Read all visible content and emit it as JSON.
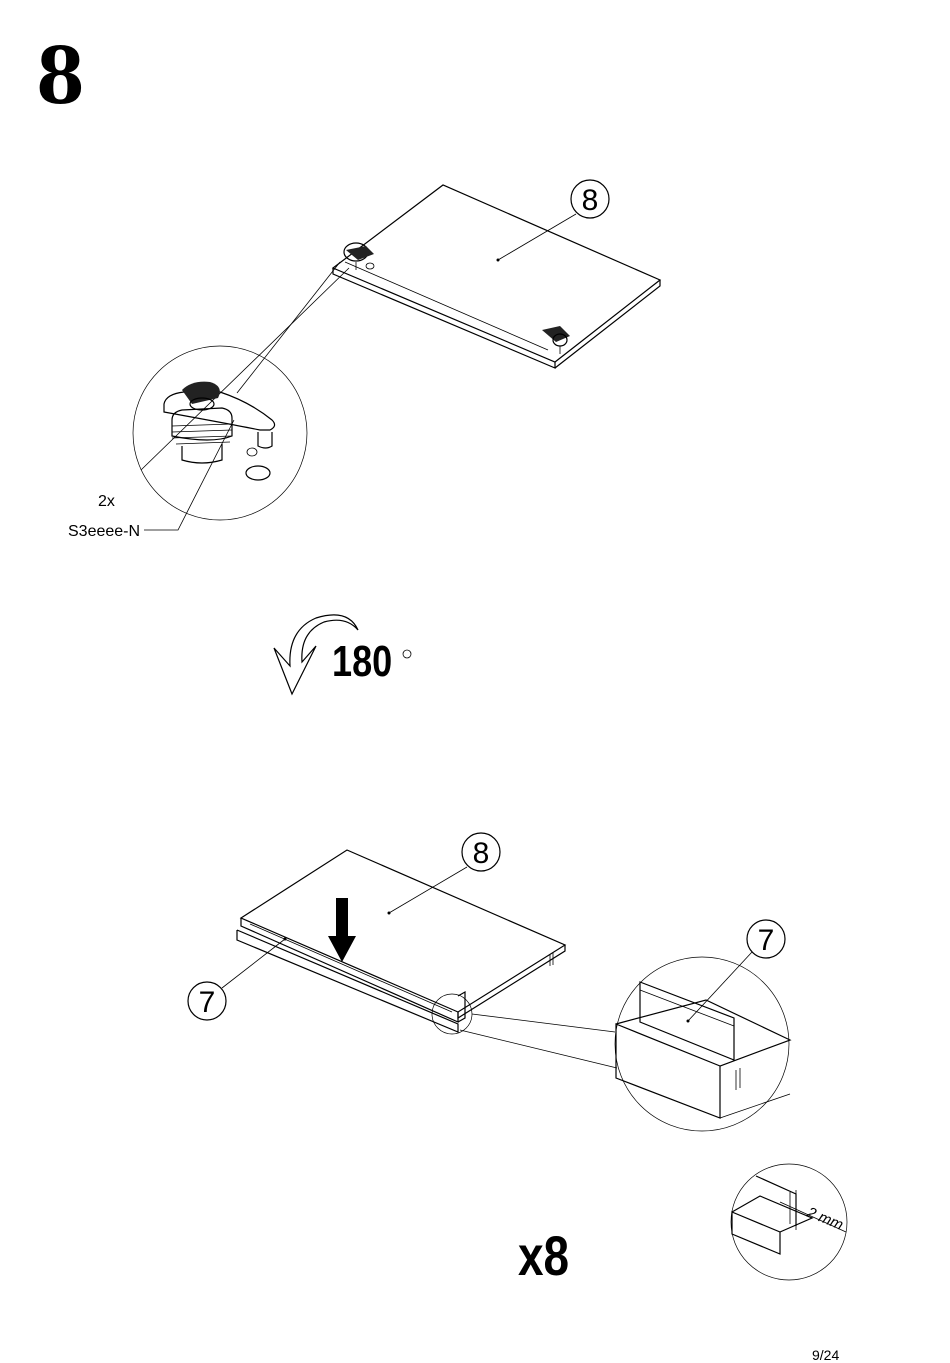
{
  "step": {
    "number": "8"
  },
  "panel_top": {
    "part_callout": "8",
    "fitting_quantity": "2x",
    "fitting_code": "S3eeee-N"
  },
  "rotation": {
    "angle_label": "180",
    "degree_symbol": "°"
  },
  "panel_bottom": {
    "part_callout_panel": "8",
    "part_callout_strip": "7",
    "detail_callout": "7",
    "gap_dimension": "2 mm",
    "repeat_count": "x8"
  },
  "footer": {
    "page_number": "9/24"
  }
}
